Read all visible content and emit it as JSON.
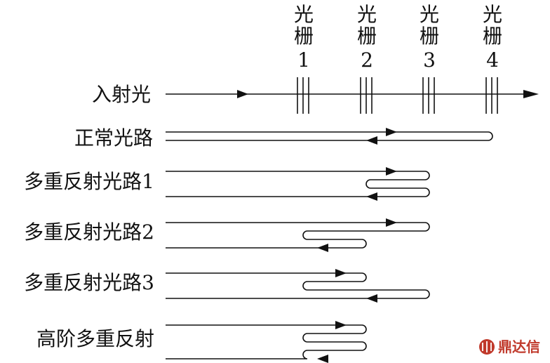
{
  "gratings": [
    {
      "char1": "光",
      "char2": "栅",
      "num": "1"
    },
    {
      "char1": "光",
      "char2": "栅",
      "num": "2"
    },
    {
      "char1": "光",
      "char2": "栅",
      "num": "3"
    },
    {
      "char1": "光",
      "char2": "栅",
      "num": "4"
    }
  ],
  "rows": [
    {
      "label": "入射光"
    },
    {
      "label": "正常光路"
    },
    {
      "label": "多重反射光路1"
    },
    {
      "label": "多重反射光路2"
    },
    {
      "label": "多重反射光路3"
    },
    {
      "label": "高阶多重反射"
    }
  ],
  "watermark": {
    "text": "鼎达信",
    "icon": "ddx-logo-icon"
  },
  "colors": {
    "line": "#111111",
    "watermark": "#c0392b"
  }
}
